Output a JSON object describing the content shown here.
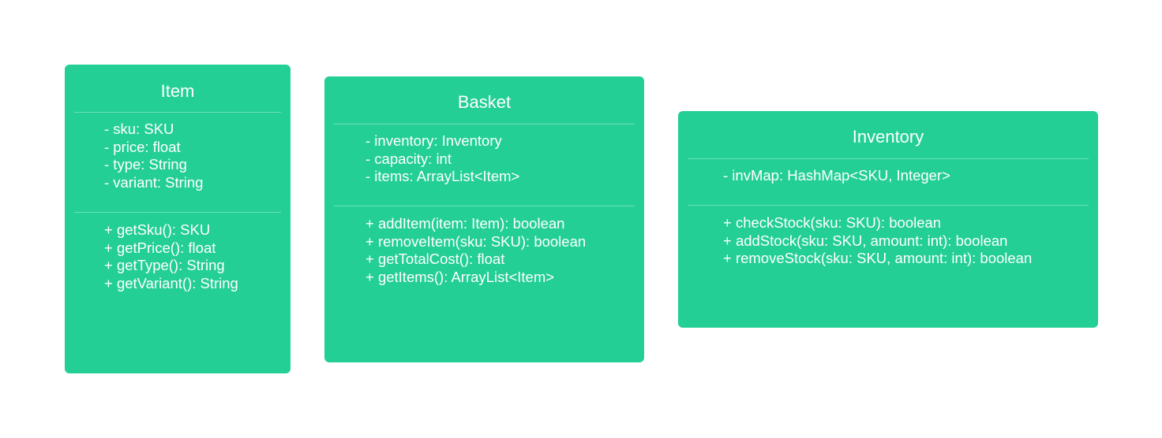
{
  "classes": [
    {
      "name": "Item",
      "attributes": [
        "- sku: SKU",
        "- price: float",
        "- type: String",
        "- variant: String"
      ],
      "methods": [
        "+ getSku(): SKU",
        "+ getPrice(): float",
        "+ getType(): String",
        "+ getVariant(): String"
      ]
    },
    {
      "name": "Basket",
      "attributes": [
        "- inventory: Inventory",
        "- capacity: int",
        "- items: ArrayList<Item>"
      ],
      "methods": [
        "+ addItem(item: Item): boolean",
        "+ removeItem(sku: SKU): boolean",
        "+ getTotalCost(): float",
        "+ getItems(): ArrayList<Item>"
      ]
    },
    {
      "name": "Inventory",
      "attributes": [
        "- invMap: HashMap<SKU, Integer>"
      ],
      "methods": [
        "+ checkStock(sku: SKU): boolean",
        "+ addStock(sku: SKU, amount: int): boolean",
        "+ removeStock(sku: SKU, amount: int): boolean"
      ]
    }
  ],
  "colors": {
    "class_box": "#23cf95",
    "text": "#ffffff",
    "background": "#ffffff"
  }
}
